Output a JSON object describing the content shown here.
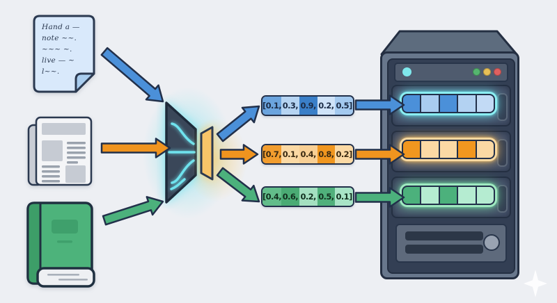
{
  "note": {
    "lines": [
      "Hand a —",
      "note ~~.",
      "~~~ ~.",
      "live — ~",
      "l~~."
    ]
  },
  "inputs": [
    {
      "name": "handwritten-note"
    },
    {
      "name": "newspaper-article"
    },
    {
      "name": "book"
    }
  ],
  "vectors": [
    {
      "name": "note-embedding-vector",
      "values": [
        0.1,
        0.3,
        0.9,
        0.2,
        0.5
      ],
      "cell_colors": [
        "#6ba4de",
        "#b6d4f2",
        "#3a7fc8",
        "#cfe3f8",
        "#a3c9ef"
      ],
      "border": "#22304a",
      "text_color": "#1c2c46"
    },
    {
      "name": "article-embedding-vector",
      "values": [
        0.7,
        0.1,
        0.4,
        0.8,
        0.2
      ],
      "cell_colors": [
        "#f29d2e",
        "#fbd9a4",
        "#f8cf94",
        "#f0961f",
        "#fbd9a4"
      ],
      "border": "#22304a",
      "text_color": "#3a2a12"
    },
    {
      "name": "book-embedding-vector",
      "values": [
        0.4,
        0.6,
        0.2,
        0.5,
        0.1
      ],
      "cell_colors": [
        "#62bd8a",
        "#4aab74",
        "#a4e0c0",
        "#50b07b",
        "#a8e4c6"
      ],
      "border": "#22304a",
      "text_color": "#12301f"
    }
  ],
  "server": {
    "power_led": "#7fe8ec",
    "status_leds": [
      "#55b56f",
      "#e8c057",
      "#e06060"
    ],
    "storage_rows": [
      {
        "name": "blue-storage-row",
        "glow": "#8beef2",
        "glow_shadow": "rgba(110,230,240,0.8)",
        "segments": [
          "#4b90d9",
          "#a9ccf0",
          "#4b90d9",
          "#b3d2f2",
          "#c2daf5"
        ]
      },
      {
        "name": "orange-storage-row",
        "glow": "#f8d9a0",
        "glow_shadow": "rgba(250,195,100,0.85)",
        "segments": [
          "#f2971f",
          "#fbd9a4",
          "#fbd9a4",
          "#f2971f",
          "#fbd9a4"
        ]
      },
      {
        "name": "green-storage-row",
        "glow": "#9fe9c0",
        "glow_shadow": "rgba(120,230,165,0.8)",
        "segments": [
          "#4cb17c",
          "#b5ecd1",
          "#4cb17c",
          "#b5ecd1",
          "#b5ecd1"
        ]
      }
    ]
  },
  "colors": {
    "blue": "#4b90d9",
    "orange": "#f0941f",
    "green": "#4cb17c",
    "outline": "#22304a",
    "background": "#edeff3"
  }
}
